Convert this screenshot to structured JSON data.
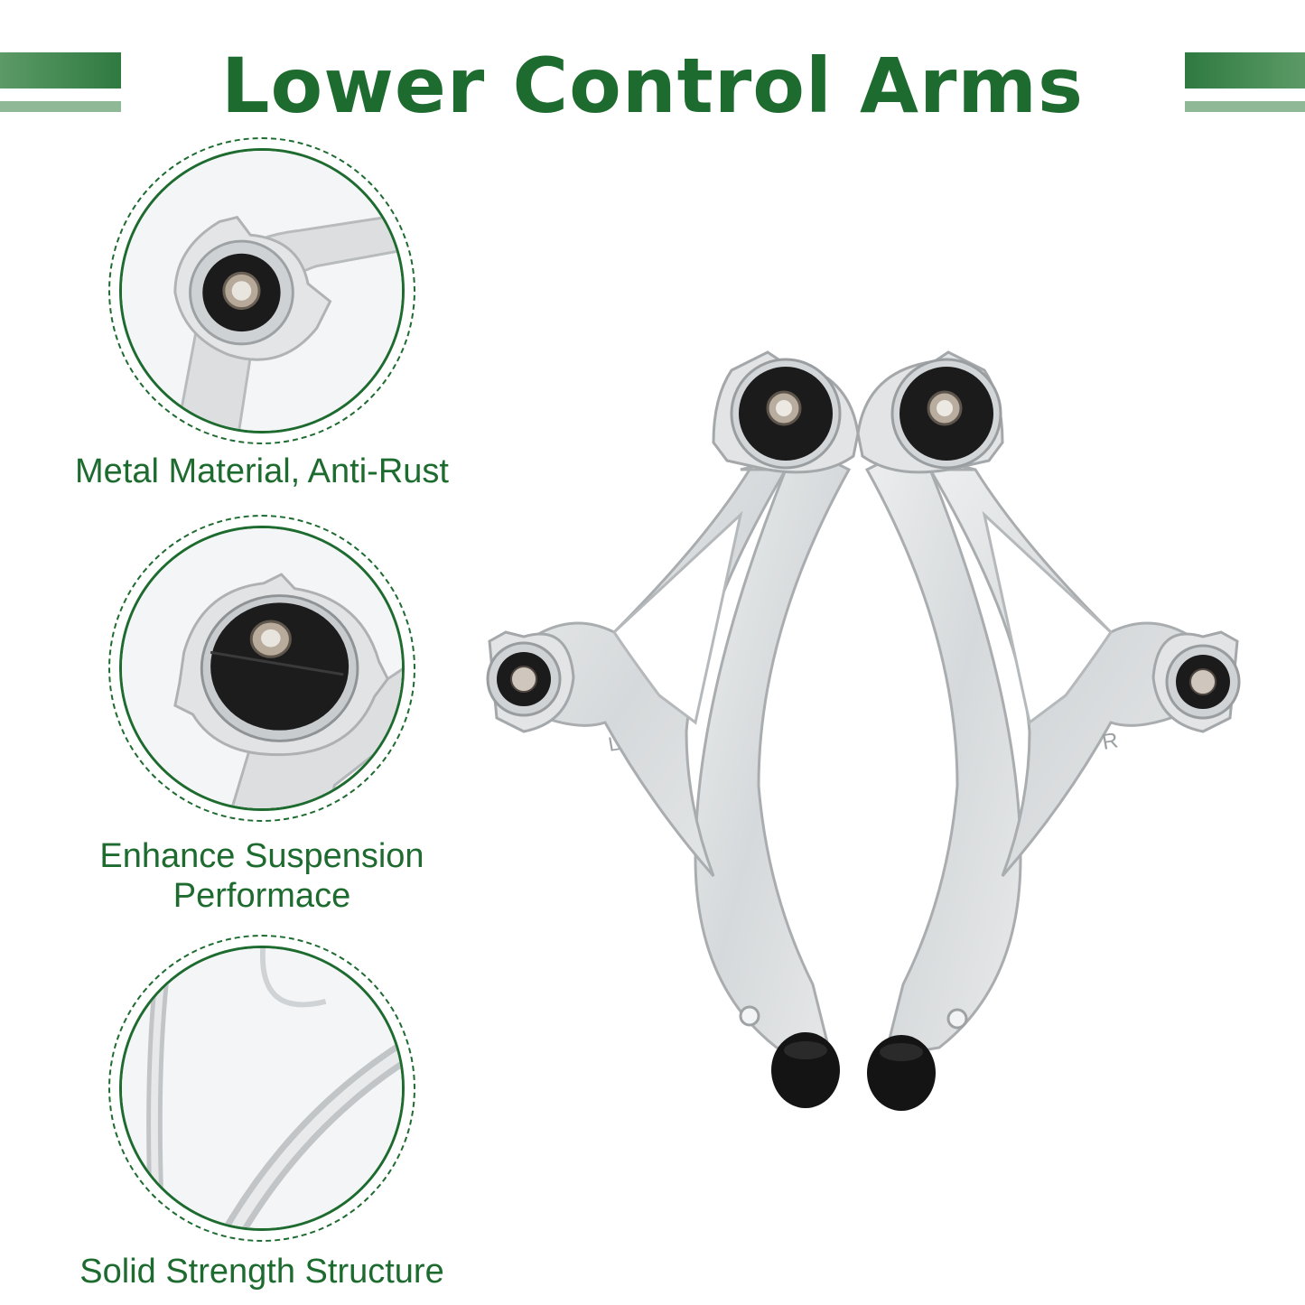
{
  "title": "Lower Control Arms",
  "features": [
    {
      "caption": "Metal Material, Anti-Rust",
      "icon": "bushing-closeup-icon"
    },
    {
      "caption_lines": [
        "Enhance Suspension",
        "Performace"
      ],
      "icon": "mount-closeup-icon"
    },
    {
      "caption": "Solid Strength Structure",
      "icon": "arm-structure-closeup-icon"
    }
  ],
  "product": {
    "left_arm_mark": "L",
    "right_arm_mark": "R"
  },
  "colors": {
    "brand_green": "#1e6b30",
    "stripe_light": "#8fb896",
    "metal": "#dcdedf",
    "rubber": "#1b1b1b"
  }
}
